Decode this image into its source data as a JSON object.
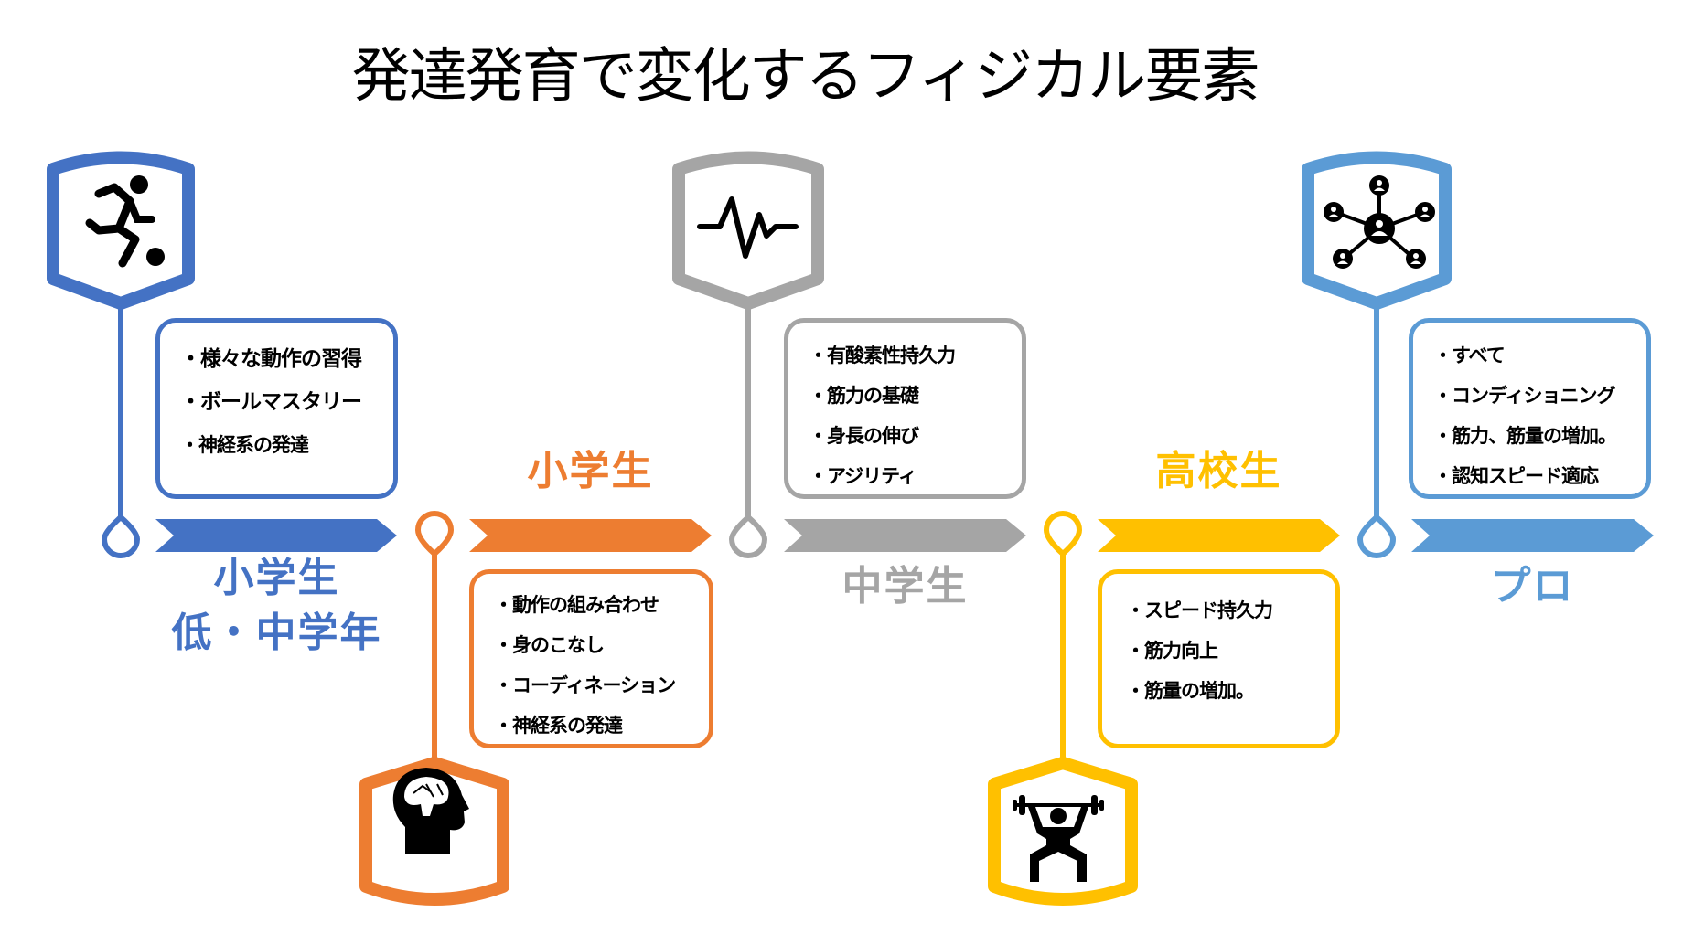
{
  "title": "発達発育で変化するフィジカル要素",
  "colors": {
    "blue": "#4472c4",
    "orange": "#ed7d31",
    "grey": "#a5a5a5",
    "yellow": "#ffc000",
    "light_blue": "#5b9bd5"
  },
  "stages": [
    {
      "label_line1": "小学生",
      "label_line2": "低・中学年",
      "icon": "soccer-player-icon",
      "items": [
        "・様々な動作の習得",
        "・ボールマスタリー",
        "・神経系の発達"
      ]
    },
    {
      "label_line1": "小学生",
      "icon": "brain-head-icon",
      "items": [
        "・動作の組み合わせ",
        "・身のこなし",
        "・コーディネーション",
        "・神経系の発達"
      ]
    },
    {
      "label_line1": "中学生",
      "icon": "heartbeat-pulse-icon",
      "items": [
        "・有酸素性持久力",
        "・筋力の基礎",
        "・身長の伸び",
        "・アジリティ"
      ]
    },
    {
      "label_line1": "高校生",
      "icon": "weightlifter-icon",
      "items": [
        "・スピード持久力",
        "・筋力向上",
        "・筋量の増加。"
      ]
    },
    {
      "label_line1": "プロ",
      "icon": "network-people-icon",
      "items": [
        "・すべて",
        "・コンディショニング",
        "・筋力、筋量の増加。",
        "・認知スピード適応"
      ]
    }
  ]
}
